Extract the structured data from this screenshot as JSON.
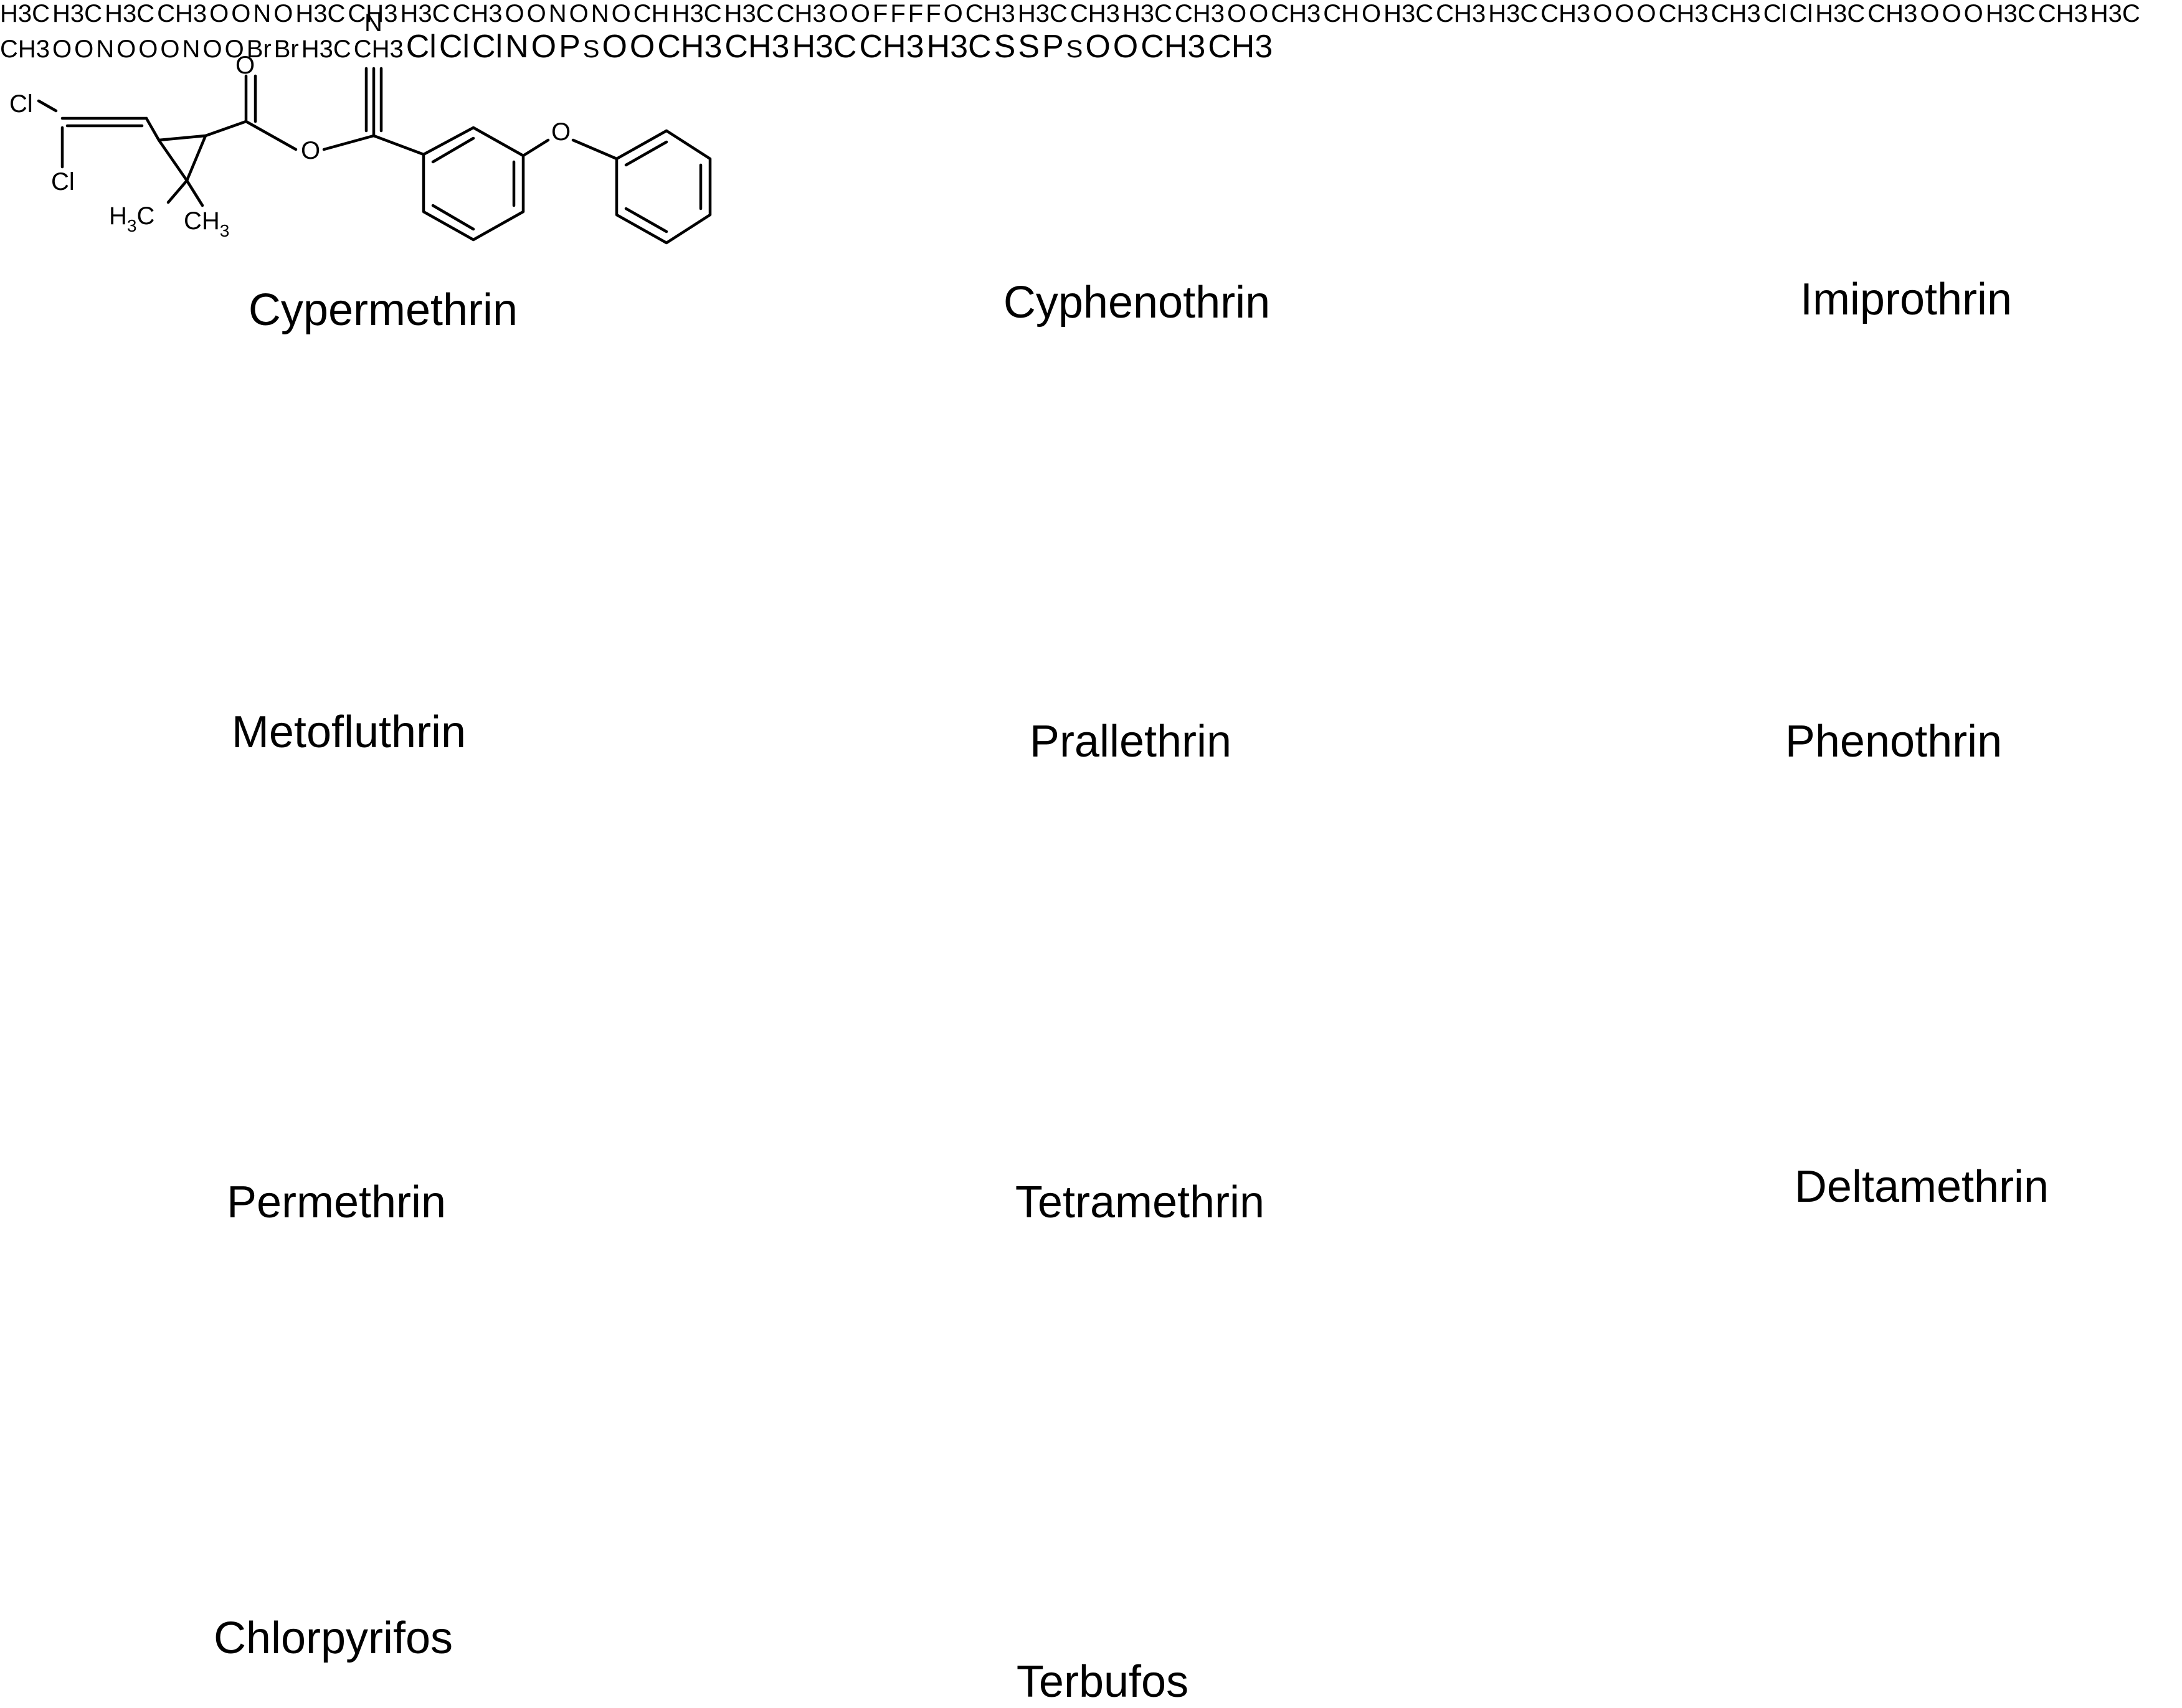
{
  "compounds": [
    {
      "name": "Cypermethrin"
    },
    {
      "name": "Cyphenothrin"
    },
    {
      "name": "Imiprothrin"
    },
    {
      "name": "Metofluthrin"
    },
    {
      "name": "Prallethrin"
    },
    {
      "name": "Phenothrin"
    },
    {
      "name": "Permethrin"
    },
    {
      "name": "Tetramethrin"
    },
    {
      "name": "Deltamethrin"
    },
    {
      "name": "Chlorpyrifos"
    },
    {
      "name": "Terbufos"
    }
  ],
  "atoms": {
    "cl": "Cl",
    "br": "Br",
    "o": "O",
    "n": "N",
    "f": "F",
    "s": "S",
    "p": "P",
    "ch": "CH",
    "h": "H",
    "c": "C",
    "three": "3"
  },
  "colors": {
    "ink": "#000000",
    "background": "#ffffff"
  }
}
